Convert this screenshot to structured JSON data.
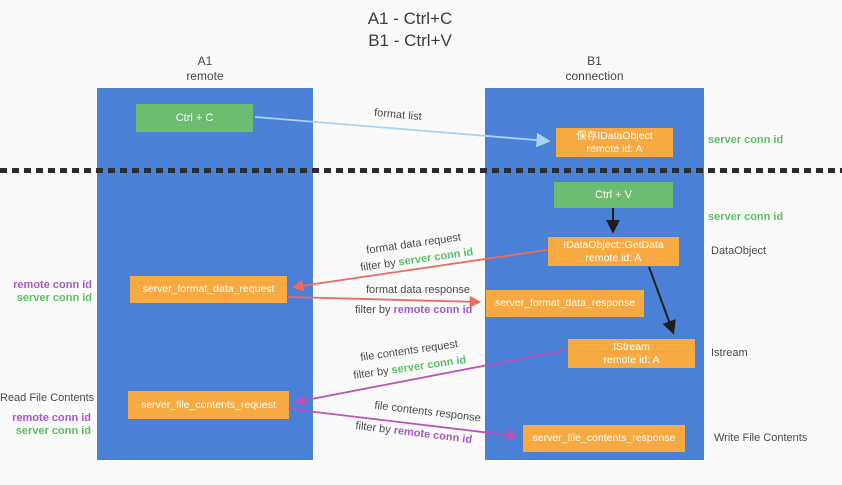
{
  "title": {
    "line1": "A1 - Ctrl+C",
    "line2": "B1 - Ctrl+V"
  },
  "lanes": {
    "left": {
      "name": "A1",
      "role": "remote"
    },
    "right": {
      "name": "B1",
      "role": "connection"
    }
  },
  "nodes": {
    "ctrl_c": {
      "label": "Ctrl + C"
    },
    "save_idataobject": {
      "line1": "保存IDataObject",
      "line2": "remote id: A"
    },
    "ctrl_v": {
      "label": "Ctrl + V"
    },
    "idataobject_getdata": {
      "line1": "IDataObject::GetData",
      "line2": "remote id: A"
    },
    "server_format_data_request": {
      "label": "server_format_data_request"
    },
    "server_format_data_response": {
      "label": "server_format_data_response"
    },
    "istream": {
      "line1": "IStream",
      "line2": "remote id: A"
    },
    "server_file_contents_request": {
      "label": "server_file_contents_request"
    },
    "server_file_contents_response": {
      "label": "server_file_contents_response"
    }
  },
  "edge_labels": {
    "format_list": "format list",
    "format_data_request": "format data request",
    "format_data_response": "format data response",
    "file_contents_request": "file contents request",
    "file_contents_response": "file contents response",
    "filter_by": "filter by ",
    "server_conn_id": "server conn id",
    "remote_conn_id": "remote conn id"
  },
  "side_labels": {
    "server_conn_id_top": "server conn id",
    "server_conn_id_mid": "server conn id",
    "dataobject": "DataObject",
    "istream": "Istream",
    "write_file_contents": "Write File Contents",
    "read_file_contents": "Read File Contents",
    "remote_conn_id": "remote conn id",
    "server_conn_id": "server conn id"
  },
  "colors": {
    "lane_fill": "#4a80d6",
    "green_node": "#6dbd71",
    "orange_node": "#f7aa41",
    "green_text": "#5cbf63",
    "purple_text": "#a45ac9",
    "salmon_arrow": "#ed6a5f",
    "magenta_arrow": "#ba52ba",
    "light_blue_arrow": "#a9d4f5",
    "black_arrow": "#1e1e1e"
  },
  "edges": [
    {
      "name": "format-list",
      "from": "ctrl_c",
      "to": "save_idataobject"
    },
    {
      "name": "ctrl-v-to-getdata",
      "from": "ctrl_v",
      "to": "idataobject_getdata"
    },
    {
      "name": "getdata-to-istream",
      "from": "idataobject_getdata",
      "to": "istream"
    },
    {
      "name": "format-data-request",
      "from": "idataobject_getdata",
      "to": "server_format_data_request"
    },
    {
      "name": "format-data-response",
      "from": "server_format_data_request",
      "to": "server_format_data_response"
    },
    {
      "name": "file-contents-request",
      "from": "istream",
      "to": "server_file_contents_request"
    },
    {
      "name": "file-contents-response",
      "from": "server_file_contents_request",
      "to": "server_file_contents_response"
    }
  ]
}
